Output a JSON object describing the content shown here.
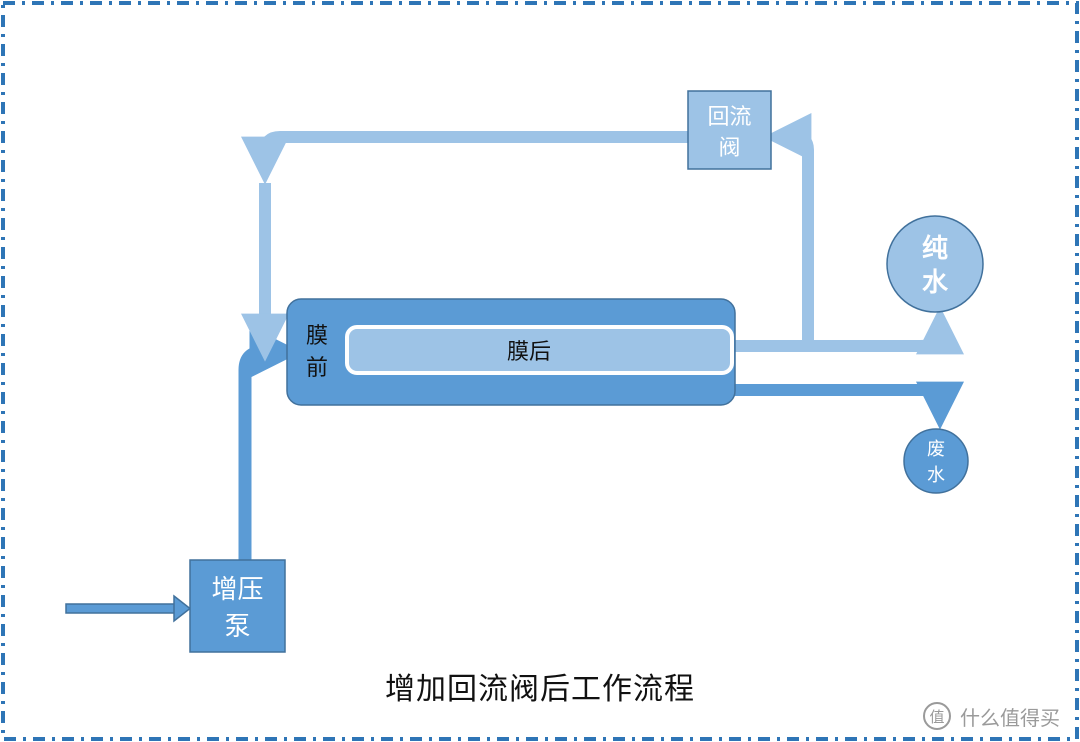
{
  "nodes": {
    "pump": "增压泵",
    "pre_membrane": "膜前",
    "post_membrane": "膜后",
    "valve": "回流阀",
    "pure_water": "纯水",
    "waste_water": "废水"
  },
  "caption": "增加回流阀后工作流程",
  "watermark": {
    "text": "什么值得买",
    "logo_mark": "值"
  },
  "colors": {
    "light_blue": "#9dc3e6",
    "mid_blue": "#5b9bd5",
    "deep_border": "#41719c",
    "frame": "#2e75b6"
  }
}
